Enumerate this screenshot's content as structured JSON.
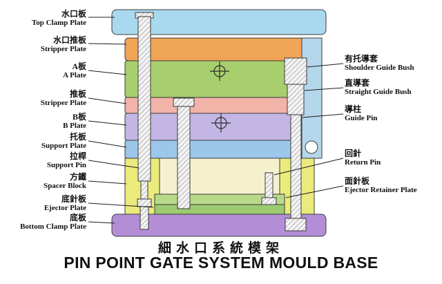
{
  "title": {
    "chinese": "細水口系統模架",
    "english": "PIN POINT GATE SYSTEM MOULD BASE"
  },
  "left_labels": [
    {
      "cn": "水口板",
      "en": "Top Clamp Plate"
    },
    {
      "cn": "水口推板",
      "en": "Stripper Plate"
    },
    {
      "cn": "A板",
      "en": "A Plate"
    },
    {
      "cn": "推板",
      "en": "Stripper Plate"
    },
    {
      "cn": "B板",
      "en": "B Plate"
    },
    {
      "cn": "托板",
      "en": "Support Plate"
    },
    {
      "cn": "拉桿",
      "en": "Support Pin"
    },
    {
      "cn": "方鐵",
      "en": "Spacer Block"
    },
    {
      "cn": "底針板",
      "en": "Ejector Plate"
    },
    {
      "cn": "底板",
      "en": "Bottom Clamp Plate"
    }
  ],
  "right_labels": [
    {
      "cn": "有托導套",
      "en": "Shoulder Guide Bush"
    },
    {
      "cn": "直導套",
      "en": "Straight Guide Bush"
    },
    {
      "cn": "導柱",
      "en": "Guide Pin"
    },
    {
      "cn": "回針",
      "en": "Return Pin"
    },
    {
      "cn": "面針板",
      "en": "Ejector Retainer Plate"
    }
  ],
  "colors": {
    "top_clamp_plate": "#a9d9ee",
    "stripper_plate_top": "#f0a456",
    "a_plate": "#a8cf6d",
    "stripper_plate_mid": "#f2b3a9",
    "b_plate": "#c3b6e4",
    "support_plate": "#9cc6ea",
    "spacer_block": "#ebeb7c",
    "pocket": "#f5f1cf",
    "ejector_retainer_plate": "#b9d98a",
    "ejector_plate": "#9ccb70",
    "bottom_clamp_plate": "#b38ed6",
    "bush_housing": "#b5d7ec",
    "outline": "#3a3a3a"
  }
}
